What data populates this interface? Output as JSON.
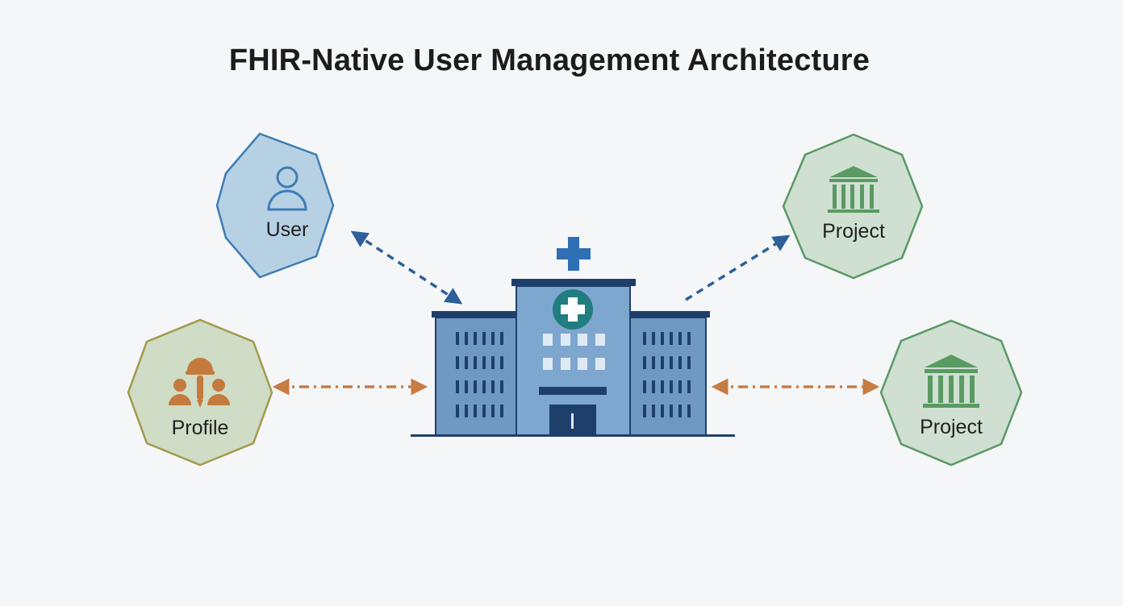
{
  "title": "FHIR-Native User Management Architecture",
  "nodes": {
    "user": {
      "label": "User",
      "icon": "person-icon",
      "fill": "#b7d1e4",
      "stroke": "#3f7db4"
    },
    "profile": {
      "label": "Profile",
      "icon": "people-icon",
      "fill": "#cfddc6",
      "stroke": "#a39a4c"
    },
    "project_top": {
      "label": "Project",
      "icon": "building-columns-icon",
      "fill": "#cfe0d2",
      "stroke": "#5a9a63"
    },
    "project_bottom": {
      "label": "Project",
      "icon": "building-columns-icon",
      "fill": "#cfe0d2",
      "stroke": "#5a9a63"
    }
  },
  "center": {
    "icon": "hospital-icon"
  },
  "colors": {
    "blue_link": "#2f5f9a",
    "orange_link": "#c77c43"
  }
}
